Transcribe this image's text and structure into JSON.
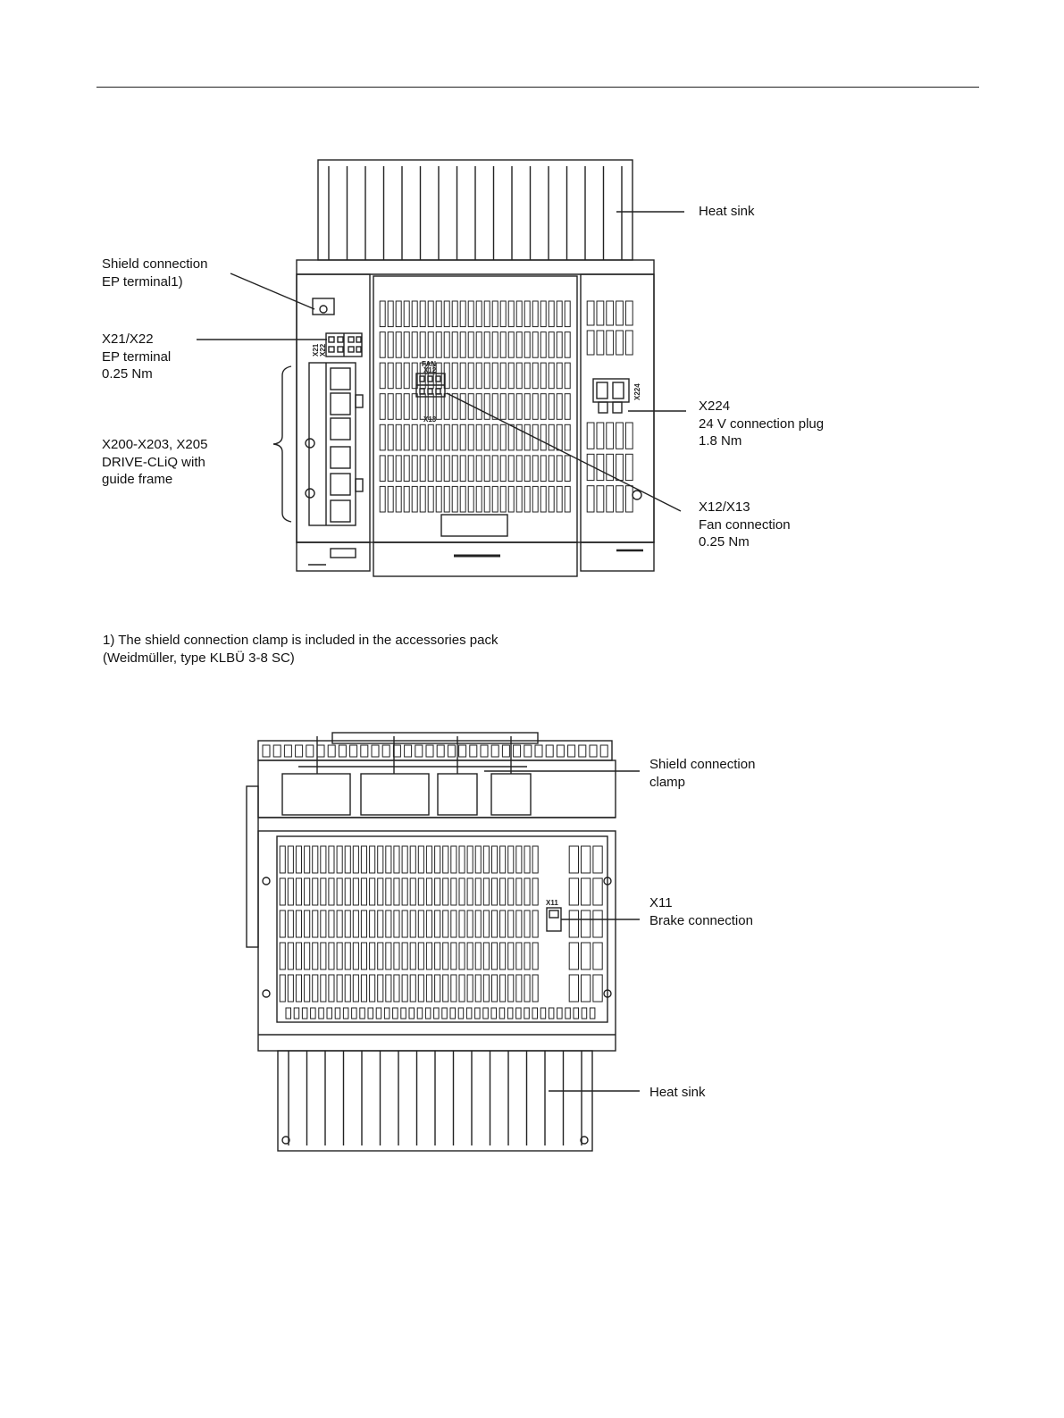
{
  "figure_top": {
    "labels": {
      "heat_sink": [
        "Heat sink"
      ],
      "shield": [
        "Shield connection",
        "EP terminal1)"
      ],
      "x21_x22": [
        "X21/X22",
        "EP terminal",
        "0.25 Nm"
      ],
      "drive_cliq": [
        "X200-X203, X205",
        "DRIVE-CLiQ with",
        "guide frame"
      ],
      "x224": [
        "X224",
        "24 V connection plug",
        "1.8 Nm"
      ],
      "x12_x13": [
        "X12/X13",
        "Fan connection",
        "0.25 Nm"
      ]
    },
    "device_markings": {
      "x21": "X21",
      "x22": "X22",
      "fan": "FAN",
      "x12": "X12",
      "x13": "X13",
      "x224": "X224"
    }
  },
  "footnote": [
    "1) The shield connection clamp is included in the accessories pack",
    "(Weidmüller, type KLBÜ 3-8 SC)"
  ],
  "figure_bottom": {
    "labels": {
      "shield_clamp": [
        "Shield connection",
        "clamp"
      ],
      "x11": [
        "X11",
        "Brake connection"
      ],
      "heat_sink": [
        "Heat sink"
      ]
    },
    "device_markings": {
      "x11": "X11"
    }
  }
}
